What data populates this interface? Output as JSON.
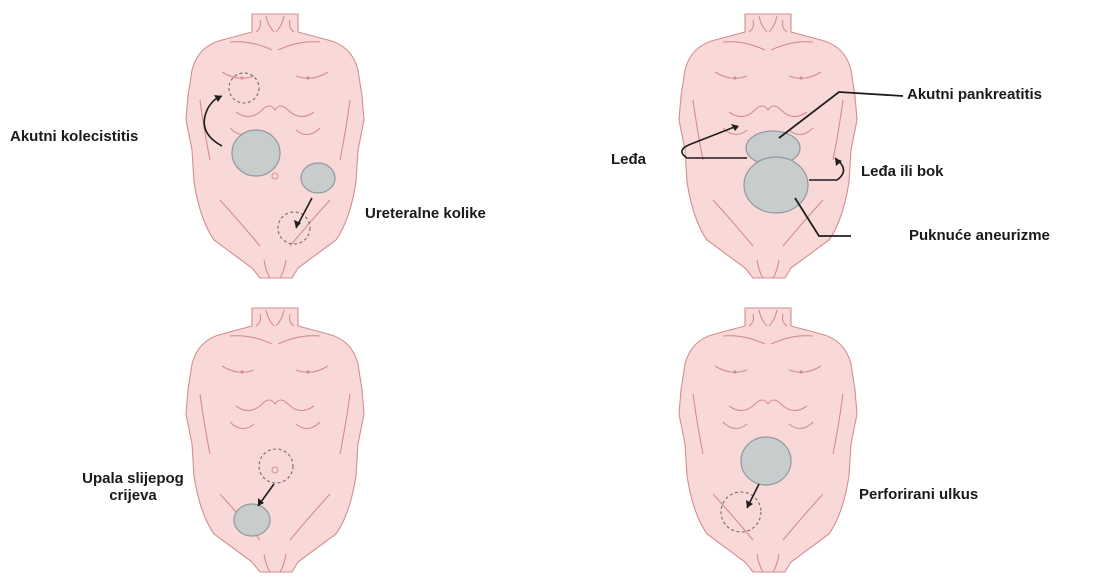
{
  "panels": [
    {
      "id": "cholecystitis-ureteral",
      "labels": {
        "left": "Akutni kolecistitis",
        "right": "Ureteralne kolike"
      }
    },
    {
      "id": "pancreatitis-aneurysm",
      "labels": {
        "back_left": "Leđa",
        "pancreatitis": "Akutni pankreatitis",
        "back_flank": "Leđa ili bok",
        "aneurysm": "Puknuće aneurizme"
      }
    },
    {
      "id": "appendicitis",
      "labels": {
        "line1": "Upala slijepog",
        "line2": "crijeva"
      }
    },
    {
      "id": "perforated-ulcer",
      "labels": {
        "right": "Perforirani ulkus"
      }
    }
  ],
  "colors": {
    "skin_fill": "#f9d9d8",
    "skin_outline": "#d58d90",
    "pain_area": "#c9cccd",
    "text": "#1a1a1a"
  }
}
